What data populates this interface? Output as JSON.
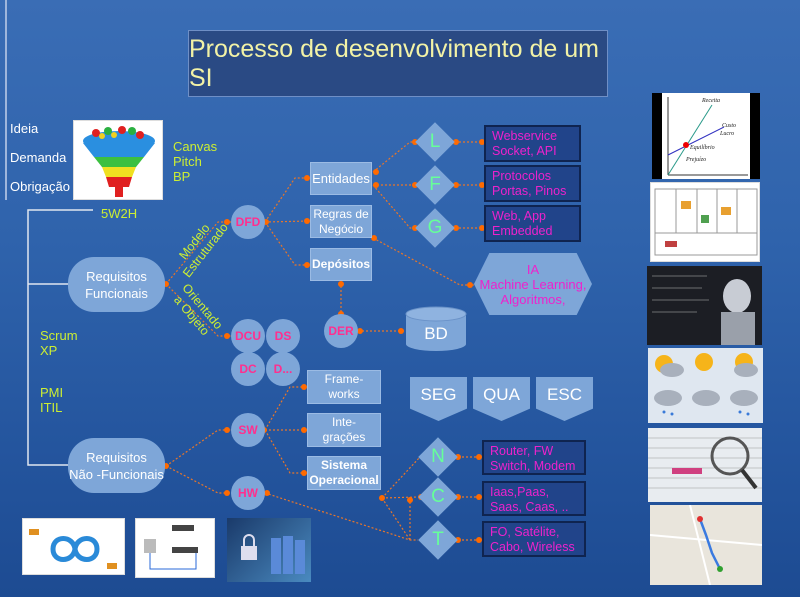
{
  "title": "Processo de desenvolvimento de um SI",
  "origins": [
    "Ideia",
    "Demanda",
    "Obrigação"
  ],
  "business_tools": [
    "Canvas",
    "Pitch",
    "BP"
  ],
  "w5h2": "5W2H",
  "methods_agile": [
    "Scrum",
    "XP"
  ],
  "methods_mgmt": [
    "PMI",
    "ITIL"
  ],
  "req_funcionais": [
    "Requisitos",
    "Funcionais"
  ],
  "req_nao_funcionais": [
    "Requisitos",
    "Não -Funcionais"
  ],
  "modelo_estruturado": [
    "Modelo",
    "Estruturado"
  ],
  "orientado_objeto": [
    "Orientado",
    "a Objeto"
  ],
  "dfd": "DFD",
  "entidades": "Entidades",
  "regras": [
    "Regras de",
    "Negócio"
  ],
  "depositos": "Depósitos",
  "der": "DER",
  "bd": "BD",
  "uml": [
    "DCU",
    "DS",
    "DC",
    "D..."
  ],
  "diamonds_top": [
    {
      "letter": "L",
      "lines": [
        "Webservice",
        "Socket, API"
      ]
    },
    {
      "letter": "F",
      "lines": [
        "Protocolos",
        "Portas, Pinos"
      ]
    },
    {
      "letter": "G",
      "lines": [
        "Web, App",
        "Embedded"
      ]
    }
  ],
  "ia": [
    "IA",
    "Machine Learning,",
    "Algoritmos,"
  ],
  "sw": "SW",
  "hw": "HW",
  "sw_items": [
    [
      "Frame-",
      "works"
    ],
    [
      "Inte-",
      "grações"
    ],
    [
      "Sistema",
      "Operacional"
    ]
  ],
  "quality": [
    "SEG",
    "QUA",
    "ESC"
  ],
  "diamonds_bottom": [
    {
      "letter": "N",
      "lines": [
        "Router, FW",
        "Switch, Modem"
      ]
    },
    {
      "letter": "C",
      "lines": [
        "Iaas,Paas,",
        "Saas, Caas, .."
      ]
    },
    {
      "letter": "T",
      "lines": [
        "FO, Satélite,",
        "Cabo, Wireless"
      ]
    }
  ],
  "chart_pic_labels": [
    "Receita",
    "Custo",
    "Lucro",
    "Equilíbrio",
    "Prejuízo"
  ],
  "colors": {
    "accent_pink": "#ff2f8e",
    "magenta_text": "#ee22cc",
    "green_letters": "#66ff99",
    "yellow_green": "#ccee33",
    "connector": "#ff6a00"
  }
}
